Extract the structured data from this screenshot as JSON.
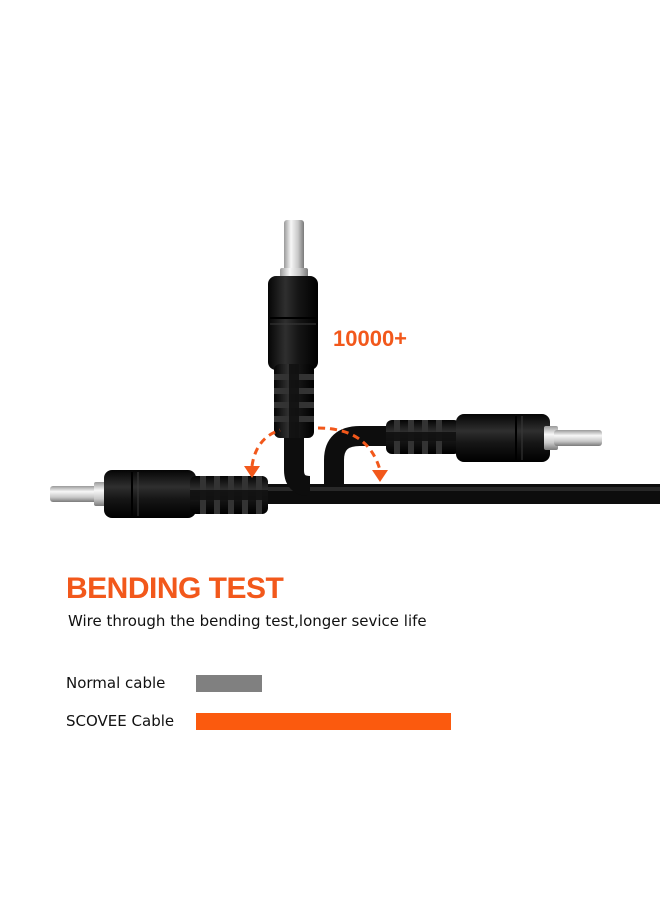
{
  "callout": {
    "count": "10000+"
  },
  "heading": {
    "title": "BENDING TEST",
    "subtitle": "Wire through the bending test,longer sevice life"
  },
  "comparison": [
    {
      "label": "Normal cable",
      "fraction": 0.26,
      "color": "#808080"
    },
    {
      "label": "SCOVEE Cable",
      "fraction": 1.0,
      "color": "#fb5a0e"
    }
  ],
  "colors": {
    "accent": "#f2581b",
    "cable": "#111111"
  }
}
